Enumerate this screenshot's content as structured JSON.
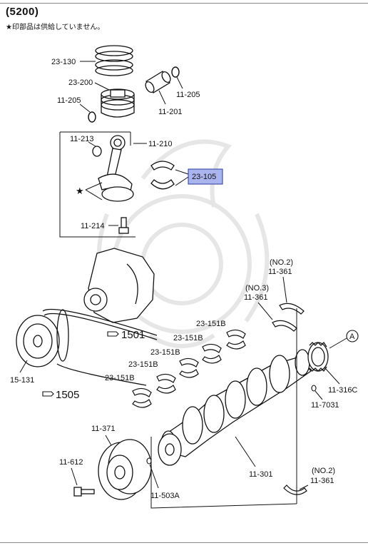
{
  "header": {
    "section_code": "(5200)",
    "note": "★印部品は供給していません。"
  },
  "parts": {
    "p23_130": "23-130",
    "p23_200": "23-200",
    "p11_205a": "11-205",
    "p11_205b": "11-205",
    "p11_201": "11-201",
    "p11_213": "11-213",
    "p11_210": "11-210",
    "p23_105": "23-105",
    "star": "★",
    "p11_214": "11-214",
    "p1501": "1501",
    "p1505": "1505",
    "p15_131": "15-131",
    "no2_top": "(NO.2)",
    "p11_361_top": "11-361",
    "no3": "(NO.3)",
    "p11_361_mid": "11-361",
    "p23_151b_1": "23-151B",
    "p23_151b_2": "23-151B",
    "p23_151b_3": "23-151B",
    "p23_151b_4": "23-151B",
    "p23_151b_5": "23-151B",
    "circle_a": "A",
    "p11_316c": "11-316C",
    "p11_7031": "11-7031",
    "p11_371": "11-371",
    "p11_612": "11-612",
    "p11_503a": "11-503A",
    "p11_301": "11-301",
    "no2_bot": "(NO.2)",
    "p11_361_bot": "11-361"
  },
  "colors": {
    "highlight_fill": "#aab4ef",
    "highlight_border": "#2a3a9a",
    "line": "#111111",
    "watermark": "#e4e4e4"
  },
  "icons": {
    "reference_marker": "pointing-hand-icon"
  }
}
